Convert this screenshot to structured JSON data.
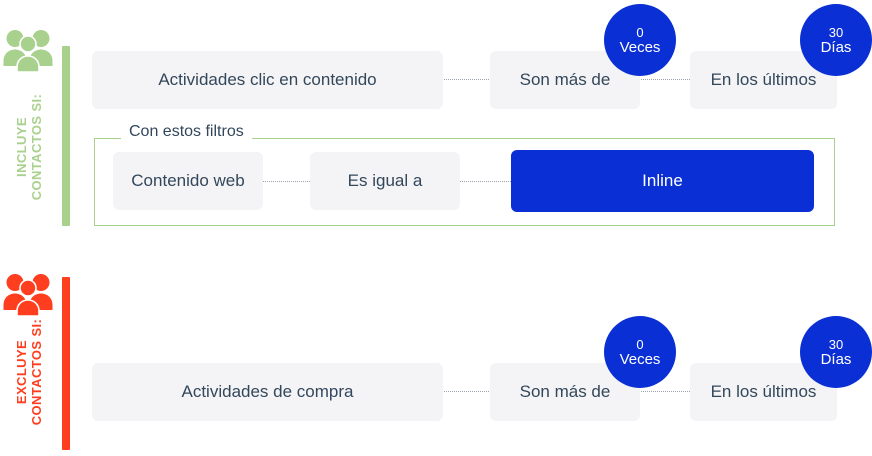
{
  "sections": [
    {
      "id": "include",
      "accent": "#a9d18e",
      "icon": "people-group-icon",
      "label_line1": "INCLUYE",
      "label_line2": "CONTACTOS SI:",
      "criteria": {
        "activity": "Actividades clic en contenido",
        "operator": "Son más de",
        "timeframe": "En los últimos"
      },
      "badges": [
        {
          "value": "0",
          "unit": "Veces"
        },
        {
          "value": "30",
          "unit": "Días"
        }
      ],
      "filter_group": {
        "legend": "Con estos filtros",
        "property": "Contenido web",
        "operator": "Es igual a",
        "value": "Inline"
      }
    },
    {
      "id": "exclude",
      "accent": "#ff3d1f",
      "icon": "people-group-icon",
      "label_line1": "EXCLUYE",
      "label_line2": "CONTACTOS SI:",
      "criteria": {
        "activity": "Actividades de compra",
        "operator": "Son más de",
        "timeframe": "En los últimos"
      },
      "badges": [
        {
          "value": "0",
          "unit": "Veces"
        },
        {
          "value": "30",
          "unit": "Días"
        }
      ]
    }
  ],
  "colors": {
    "include_accent": "#a9d18e",
    "exclude_accent": "#ff3d1f",
    "badge_blue": "#0a2fd4",
    "box_fill": "#f4f4f6",
    "text": "#33475b"
  }
}
